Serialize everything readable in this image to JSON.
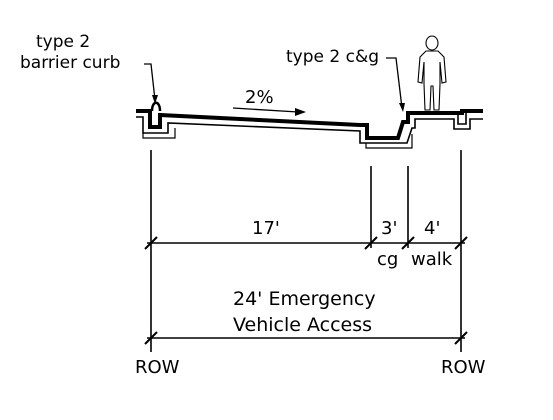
{
  "labels": {
    "barrier_line1": "type 2",
    "barrier_line2": "barrier curb",
    "cg_label": "type 2 c&g",
    "slope": "2%"
  },
  "dimensions": {
    "d17": "17'",
    "d3": "3'",
    "d4": "4'",
    "cg": "cg",
    "walk": "walk",
    "access_line1": "24' Emergency",
    "access_line2": "Vehicle Access",
    "row_left": "ROW",
    "row_right": "ROW"
  },
  "icons": {
    "pedestrian": "person-silhouette-icon"
  }
}
